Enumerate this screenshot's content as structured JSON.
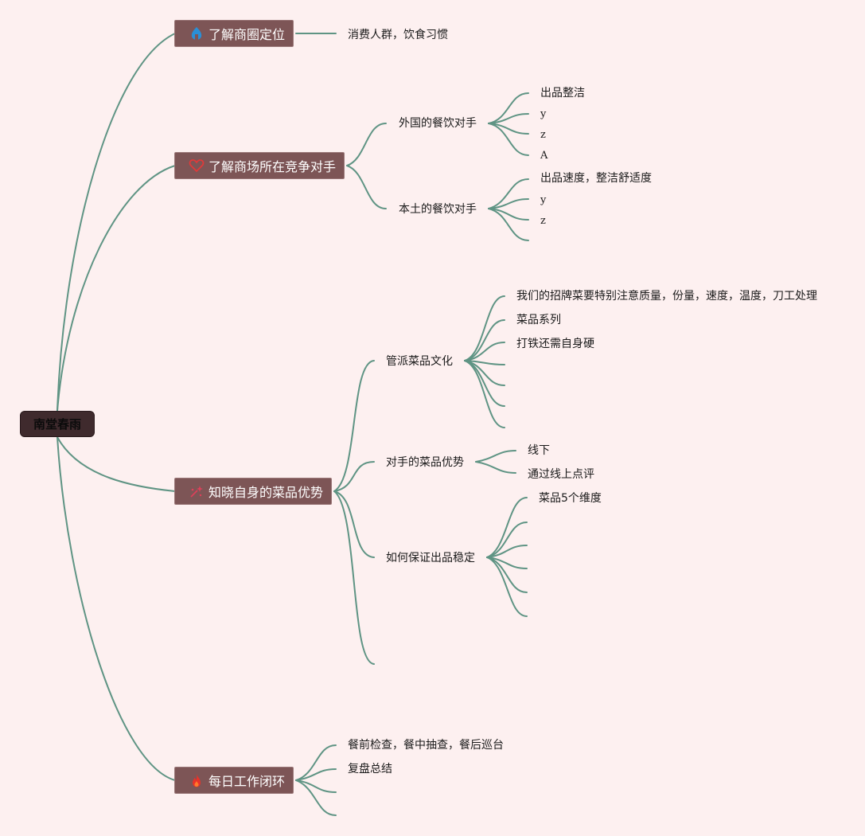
{
  "root": {
    "label": "南堂春雨"
  },
  "branches": [
    {
      "label": "了解商圈定位",
      "icon": "house-icon",
      "children": [
        "消费人群，饮食习惯"
      ]
    },
    {
      "label": "了解商场所在竞争对手",
      "icon": "heart-icon",
      "children": [
        {
          "label": "外国的餐饮对手",
          "children": [
            "出品整洁",
            "y",
            "z",
            "A"
          ]
        },
        {
          "label": "本土的餐饮对手",
          "children": [
            "出品速度，整洁舒适度",
            "y",
            "z",
            ""
          ]
        }
      ]
    },
    {
      "label": "知晓自身的菜品优势",
      "icon": "sparkle-icon",
      "children": [
        {
          "label": "管派菜品文化",
          "children": [
            "我们的招牌菜要特别注意质量，份量，速度，温度，刀工处理",
            "菜品系列",
            "打铁还需自身硬",
            "",
            "",
            "",
            ""
          ]
        },
        {
          "label": "对手的菜品优势",
          "children": [
            "线下",
            "通过线上点评"
          ]
        },
        {
          "label": "如何保证出品稳定",
          "children": [
            "菜品5个维度",
            "",
            "",
            "",
            "",
            ""
          ]
        },
        {
          "label": "",
          "children": []
        }
      ]
    },
    {
      "label": "每日工作闭环",
      "icon": "fire-icon",
      "children": [
        "餐前检查，餐中抽查，餐后巡台",
        "复盘总结",
        "",
        ""
      ]
    }
  ],
  "colors": {
    "background": "#fdf0f0",
    "connector": "#5f9484",
    "main_node": "#7d5556",
    "root_node": "#3f2a2d"
  }
}
